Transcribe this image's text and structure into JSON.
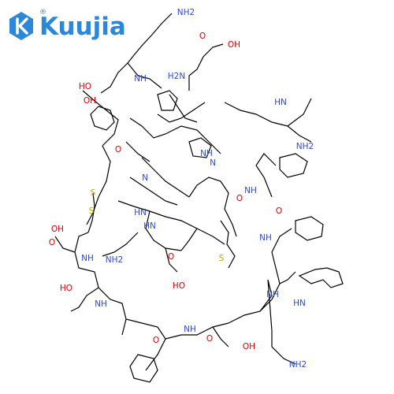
{
  "brand": {
    "name": "Kuujia",
    "registered_mark": "®",
    "logo_icon": "angle-bracket-k-icon",
    "color": "#2b87d8"
  },
  "structure": {
    "colors": {
      "N": "#2b4ad8",
      "O": "#e00000",
      "S": "#c8a400",
      "C": "#000000"
    },
    "labels": [
      "NH2",
      "OH",
      "O",
      "HO",
      "OH",
      "H2N",
      "NH",
      "HN",
      "NH2",
      "O",
      "S",
      "S",
      "NH",
      "O",
      "HN",
      "OH",
      "HO",
      "N",
      "NH",
      "HN",
      "NH2",
      "NH",
      "O",
      "S",
      "O",
      "NH",
      "O",
      "HO",
      "OH",
      "NH2",
      "NH",
      "NH",
      "O",
      "NH",
      "HN",
      "O",
      "N"
    ]
  }
}
